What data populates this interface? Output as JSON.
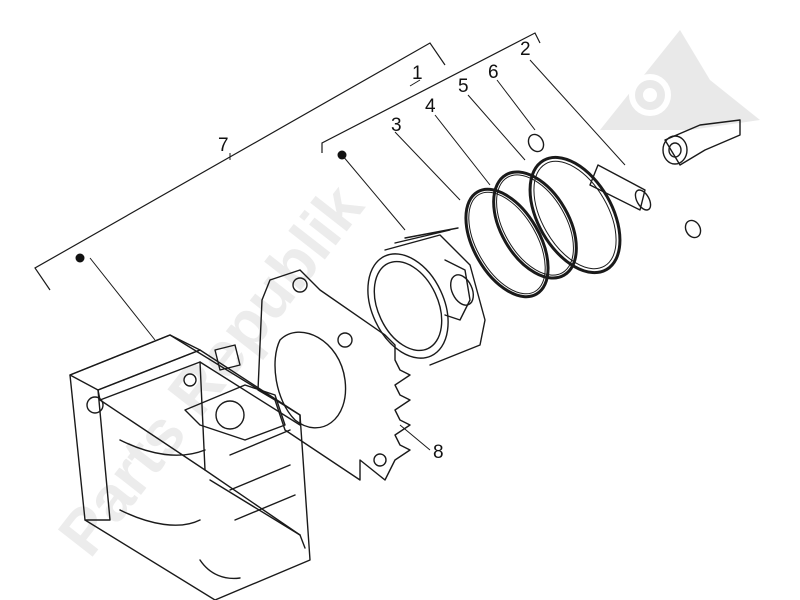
{
  "labels": {
    "l1": "1",
    "l2": "2",
    "l3": "3",
    "l4": "4",
    "l5": "5",
    "l6": "6",
    "l7": "7",
    "l8": "8"
  },
  "watermark": {
    "icon": "gear-icon",
    "text": "Parts Republik"
  },
  "colors": {
    "line": "#1a1a1a",
    "watermark": "#e9e9e9"
  }
}
